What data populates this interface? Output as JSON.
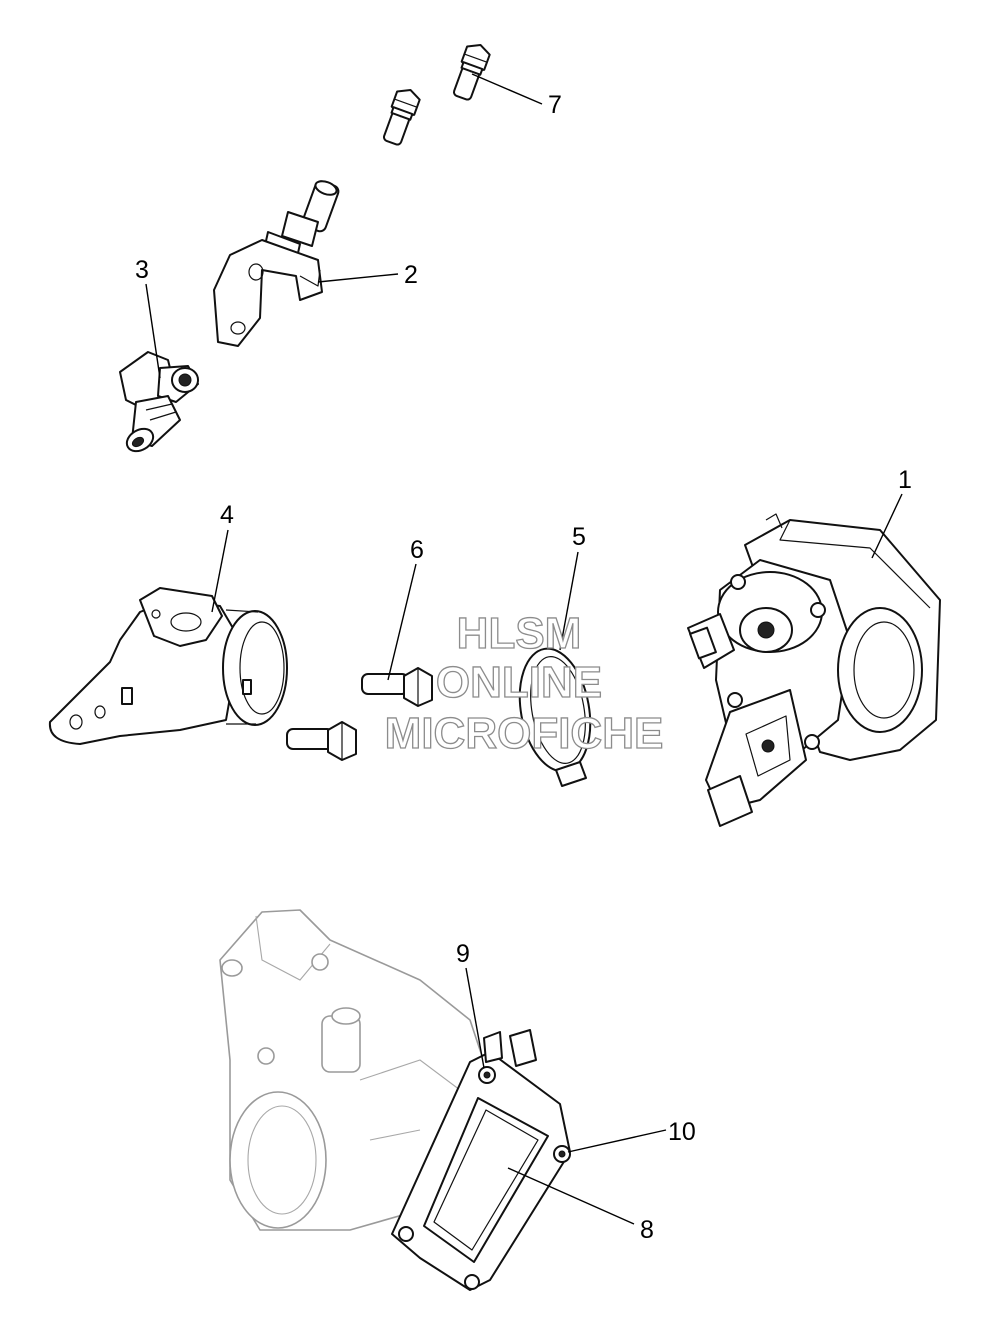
{
  "diagram": {
    "callouts": {
      "c1": "1",
      "c2": "2",
      "c3": "3",
      "c4": "4",
      "c5": "5",
      "c6": "6",
      "c7": "7",
      "c8": "8",
      "c9": "9",
      "c10": "10"
    },
    "watermark": {
      "line1": "HLSM",
      "line2": "ONLINE",
      "line3": "MICROFICHE"
    }
  }
}
